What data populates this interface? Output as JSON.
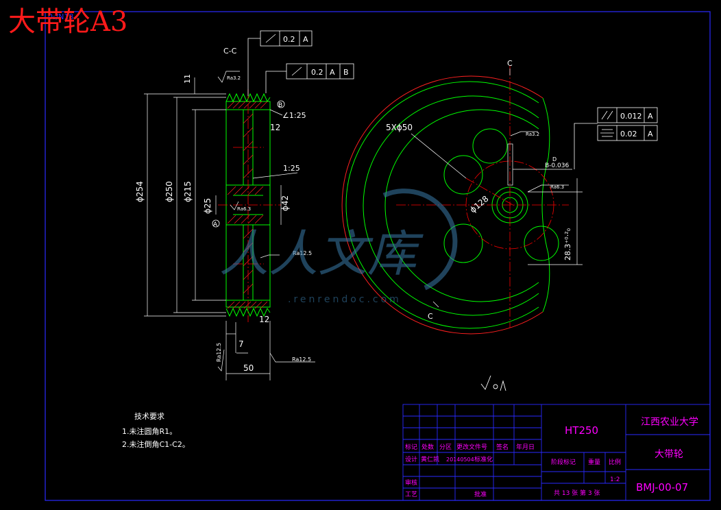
{
  "title": "大带轮A3",
  "section_label": "C-C",
  "section_marker": "C",
  "tolerance_frames": {
    "runout_1": {
      "value": "0.2",
      "datum": "A"
    },
    "runout_2": {
      "value": "0.2",
      "datum1": "A",
      "datum2": "B"
    },
    "parallel": {
      "value": "0.012",
      "datum": "A"
    },
    "symmetry": {
      "value": "0.02",
      "datum": "A"
    }
  },
  "dimensions": {
    "d254": "ϕ254",
    "d250": "ϕ250",
    "d215": "ϕ215",
    "d25": "ϕ25",
    "d42": "ϕ42",
    "w50": "50",
    "w7": "7",
    "w12a": "12",
    "w12b": "12",
    "h11": "11",
    "taper1": "∠1:25",
    "taper2": "1:25",
    "holes": "5Xϕ50",
    "d128": "ϕ128",
    "key_d": "D",
    "key_tol": "B-0.036",
    "key_h": "28.3⁺⁰·²₀"
  },
  "roughness": {
    "ra32a": "Ra3.2",
    "ra32b": "Ra3.2",
    "ra63a": "Ra6.3",
    "ra63b": "Ra6.3",
    "ra125a": "Ra12.5",
    "ra125b": "Ra12.5",
    "ra125c": "Ra12.5"
  },
  "datum_labels": {
    "a": "A",
    "b": "B"
  },
  "tech": {
    "heading": "技术要求",
    "line1": "1.未注圆角R1。",
    "line2": "2.未注倒角C1-C2。"
  },
  "title_block": {
    "material": "HT250",
    "school": "江西农业大学",
    "part_name": "大带轮",
    "drawing_no": "BMJ-00-07",
    "scale": "1:2",
    "sheets": "共 13 张 第 3 张",
    "h_mark": "标记",
    "h_count": "处数",
    "h_zone": "分区",
    "h_doc": "更改文件号",
    "h_sign": "签名",
    "h_date": "年月日",
    "design": "设计",
    "designer": "黄仁凯",
    "date": "20140504",
    "std": "标准化",
    "stage": "阶段标记",
    "weight": "重量",
    "ratio": "比例",
    "review": "审核",
    "process": "工艺",
    "approve": "批准"
  },
  "watermark": {
    "text": "人人文库",
    "url": ".renrendoc.com"
  },
  "colors": {
    "outline": "#00ff00",
    "dim": "#ffffff",
    "centerline": "#ff0000",
    "hatch": "#ff2020",
    "frame": "#2a2aff",
    "title_text": "#ff00ff",
    "leader": "#00ffff",
    "watermark": "#3a7aa8"
  }
}
